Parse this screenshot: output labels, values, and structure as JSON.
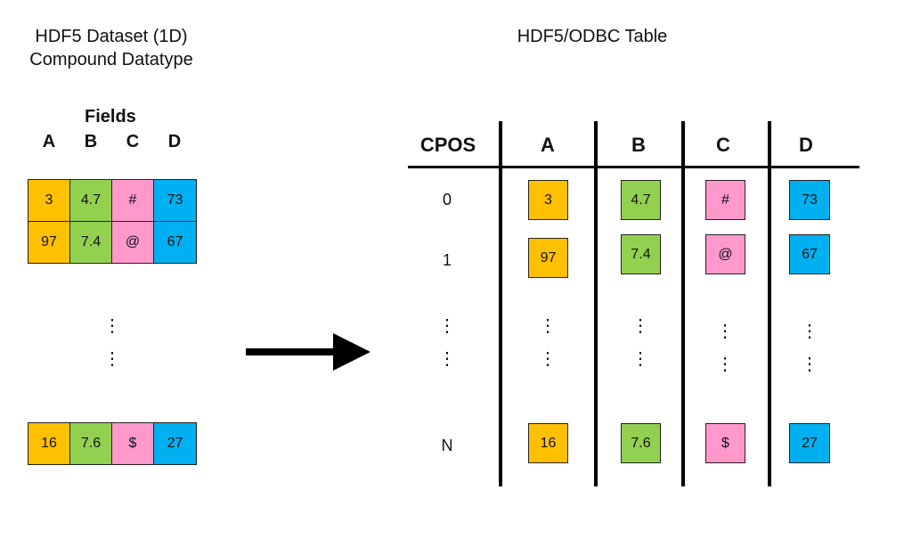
{
  "left": {
    "title_line1": "HDF5 Dataset (1D)",
    "title_line2": "Compound Datatype",
    "fields_label": "Fields",
    "field_names": [
      "A",
      "B",
      "C",
      "D"
    ],
    "rows": [
      [
        "3",
        "4.7",
        "#",
        "73"
      ],
      [
        "97",
        "7.4",
        "@",
        "67"
      ],
      [
        "16",
        "7.6",
        "$",
        "27"
      ]
    ]
  },
  "right": {
    "title": "HDF5/ODBC Table",
    "columns": [
      "CPOS",
      "A",
      "B",
      "C",
      "D"
    ],
    "rows": [
      {
        "cpos": "0",
        "values": [
          "3",
          "4.7",
          "#",
          "73"
        ]
      },
      {
        "cpos": "1",
        "values": [
          "97",
          "7.4",
          "@",
          "67"
        ]
      },
      {
        "cpos": "N",
        "values": [
          "16",
          "7.6",
          "$",
          "27"
        ]
      }
    ]
  },
  "colors": {
    "A": "#ffc000",
    "B": "#92d050",
    "C": "#ff99cc",
    "D": "#00b0f0"
  },
  "ellipsis": "⋮"
}
